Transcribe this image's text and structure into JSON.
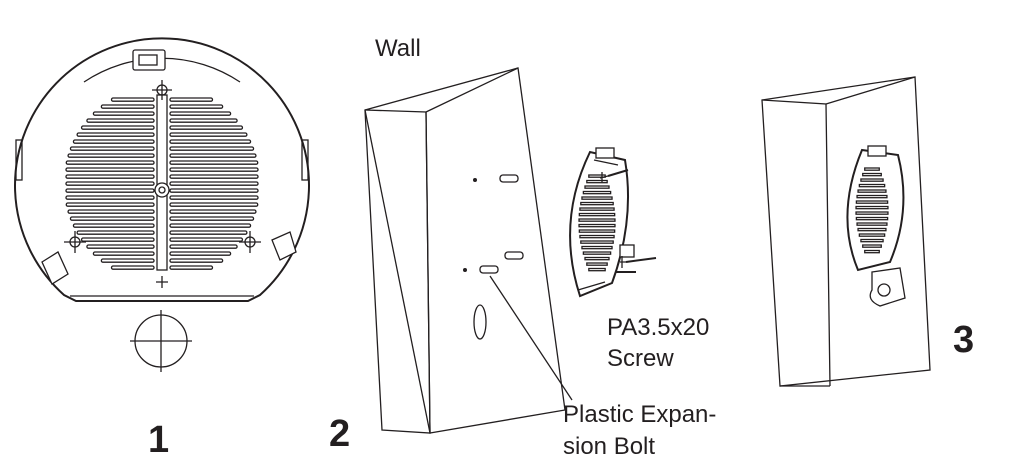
{
  "labels": {
    "wall": "Wall",
    "screw_line1": "PA3.5x20",
    "screw_line2": "Screw",
    "bolt_line1": "Plastic Expan-",
    "bolt_line2": "sion Bolt"
  },
  "steps": [
    "1",
    "2",
    "3"
  ],
  "colors": {
    "ink": "#231f20",
    "background": "#ffffff"
  }
}
